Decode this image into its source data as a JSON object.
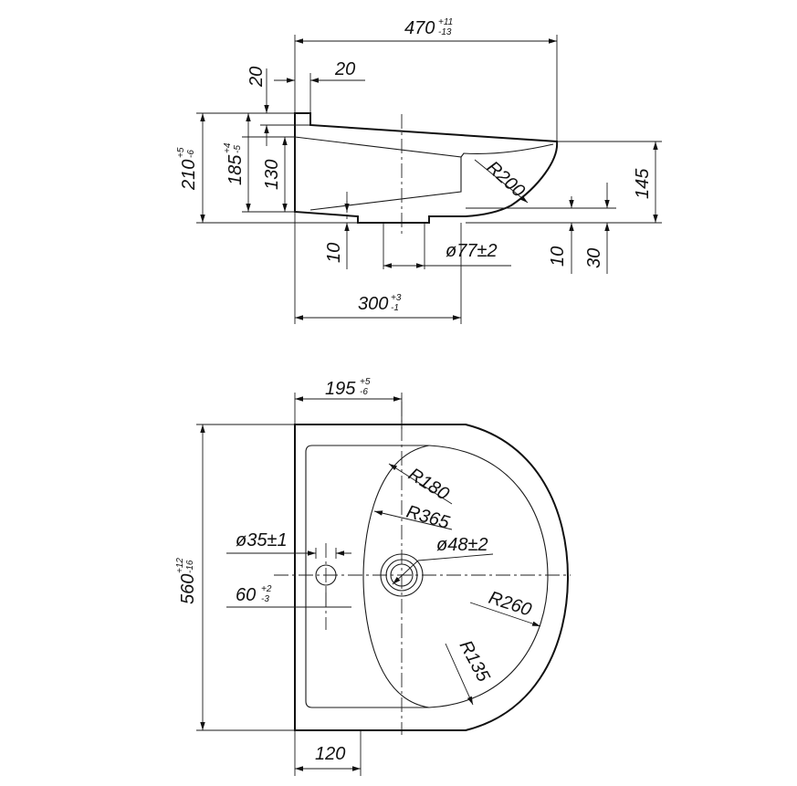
{
  "side_view": {
    "overall_length": "470",
    "overall_length_tol_plus": "+11",
    "overall_length_tol_minus": "-13",
    "rim_offset_top": "20",
    "rim_offset_left": "20",
    "height_total": "210",
    "height_total_tol_plus": "+5",
    "height_total_tol_minus": "-6",
    "height_mid": "185",
    "height_mid_tol_plus": "+4",
    "height_mid_tol_minus": "-5",
    "height_inner": "130",
    "front_height": "145",
    "bowl_radius": "R200",
    "drain_diameter": "ø77±2",
    "bottom_offset_left": "10",
    "bottom_offset_right": "10",
    "drain_height": "30",
    "drain_position": "300",
    "drain_position_tol_plus": "+3",
    "drain_position_tol_minus": "-1"
  },
  "top_view": {
    "center_distance": "195",
    "center_distance_tol_plus": "+5",
    "center_distance_tol_minus": "-6",
    "radius_inner": "R180",
    "radius_outer": "R365",
    "tap_hole_diameter": "ø35±1",
    "drain_hole_diameter": "ø48±2",
    "tap_hole_offset": "60",
    "tap_hole_offset_tol_plus": "+2",
    "tap_hole_offset_tol_minus": "-3",
    "depth_total": "560",
    "depth_total_tol_plus": "+12",
    "depth_total_tol_minus": "-16",
    "radius_front": "R260",
    "radius_corner": "R135",
    "ledge_width": "120"
  }
}
